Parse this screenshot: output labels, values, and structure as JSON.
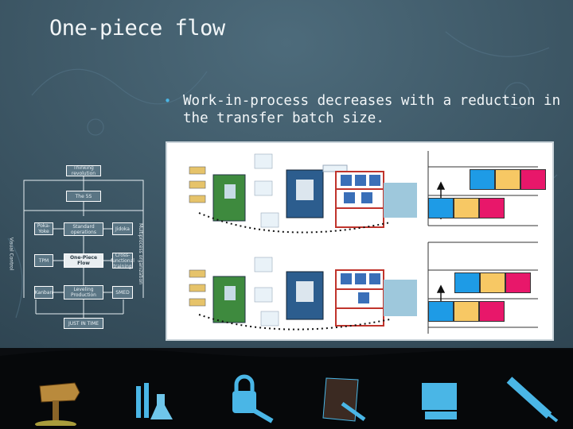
{
  "slide": {
    "title": "One-piece flow",
    "bullet": "Work-in-process decreases with a reduction in the transfer batch size."
  },
  "diagram": {
    "top1": "Thinking revolution",
    "top2": "The 5S",
    "left_vertical": "Visual Control",
    "right_vertical": "Multiprocess organization",
    "row1": [
      "Poka-Yoke",
      "Standard operations",
      "Jidoka"
    ],
    "row2": [
      "TPM",
      "One-Piece Flow",
      "Cross-functional training"
    ],
    "row3": [
      "Kanban",
      "Leveling Production",
      "SMED"
    ],
    "bottom": "JUST IN TIME"
  },
  "colors": {
    "blue": "#1e9be6",
    "yellow": "#f7c864",
    "pink": "#e8176a",
    "accent": "#4ab6e6"
  },
  "icons": [
    "signpost-icon",
    "lab-flask-icon",
    "padlock-key-icon",
    "document-wrench-icon",
    "computer-icon",
    "satellite-icon"
  ]
}
